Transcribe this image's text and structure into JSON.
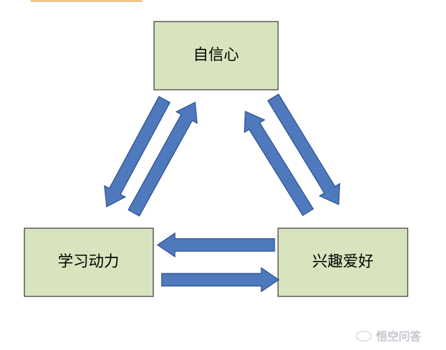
{
  "diagram": {
    "nodes": [
      {
        "id": "confidence",
        "label": "自信心"
      },
      {
        "id": "motivation",
        "label": "学习动力"
      },
      {
        "id": "interest",
        "label": "兴趣爱好"
      }
    ],
    "edges": [
      {
        "from": "confidence",
        "to": "motivation"
      },
      {
        "from": "motivation",
        "to": "confidence"
      },
      {
        "from": "confidence",
        "to": "interest"
      },
      {
        "from": "interest",
        "to": "confidence"
      },
      {
        "from": "interest",
        "to": "motivation"
      },
      {
        "from": "motivation",
        "to": "interest"
      }
    ],
    "colors": {
      "node_fill": "#d7e4bd",
      "node_border": "#333333",
      "arrow_fill": "#4f79bd",
      "arrow_border": "#2b4f8a"
    }
  },
  "watermark": {
    "text": "悟空问答",
    "icon": "eye-logo-icon"
  }
}
